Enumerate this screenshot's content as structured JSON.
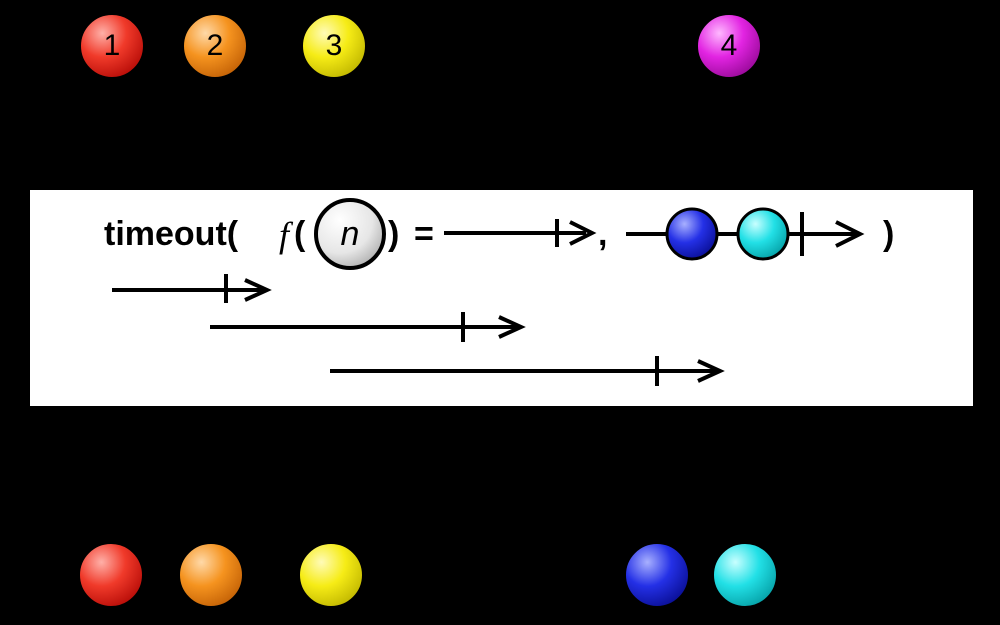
{
  "operator": {
    "name": "timeout(",
    "function_symbol": "f",
    "open_paren": "(",
    "argument": "n",
    "close_paren": ")",
    "equals": "=",
    "comma": ",",
    "closing_paren": ")"
  },
  "source": {
    "marbles": [
      {
        "label": "1",
        "color": "#ee2222"
      },
      {
        "label": "2",
        "color": "#f08a1e"
      },
      {
        "label": "3",
        "color": "#f2e40c"
      },
      {
        "label": "4",
        "color": "#d51bd5"
      }
    ]
  },
  "fallback": {
    "marbles": [
      {
        "color": "#1a24d8"
      },
      {
        "color": "#19d6dc"
      }
    ]
  },
  "result": {
    "marbles": [
      {
        "color": "#ee2222"
      },
      {
        "color": "#f08a1e"
      },
      {
        "color": "#f2e40c"
      },
      {
        "color": "#1a24d8"
      },
      {
        "color": "#19d6dc"
      }
    ]
  },
  "colors": {
    "background": "#000000",
    "panel": "#ffffff",
    "argument_marble": "#dddddd"
  }
}
